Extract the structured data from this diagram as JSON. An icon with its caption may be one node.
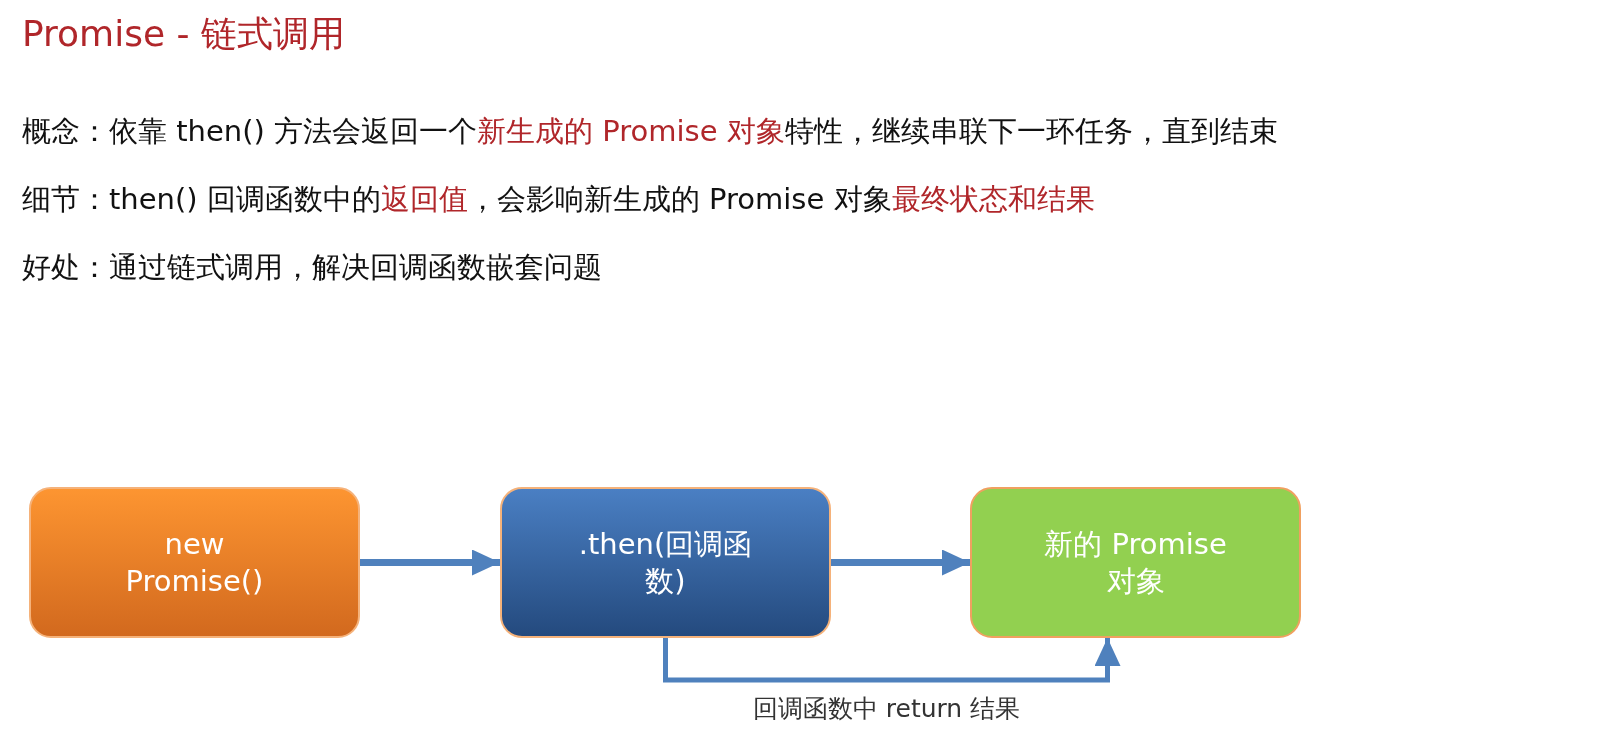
{
  "diagram": {
    "title": "Promise - 链式调用",
    "nodes": [
      {
        "text": [
          "new Promise()"
        ]
      },
      {
        "text": [
          ".then(回调函数)"
        ]
      },
      {
        "text": [
          "新的 Promise对象"
        ]
      }
    ],
    "edges": [
      {
        "from": 0,
        "to": 1,
        "arrow": "to"
      },
      {
        "from": 1,
        "to": 2,
        "arrow": "to"
      },
      {
        "from": 1,
        "to": 2,
        "arrow": "to",
        "label": "回调函数中 return 结果"
      }
    ],
    "labels": [
      "概念：依靠 then() 方法会返回一个",
      "新生成的 Promise 对象",
      "特性，继续串联下一环任务，直到结束",
      "细节：then() 回调函数中的",
      "返回值",
      "，会影响新生成的 Promise 对象",
      "最终状态和结果",
      "好处：通过链式调用，解决回调函数嵌套问题"
    ]
  }
}
